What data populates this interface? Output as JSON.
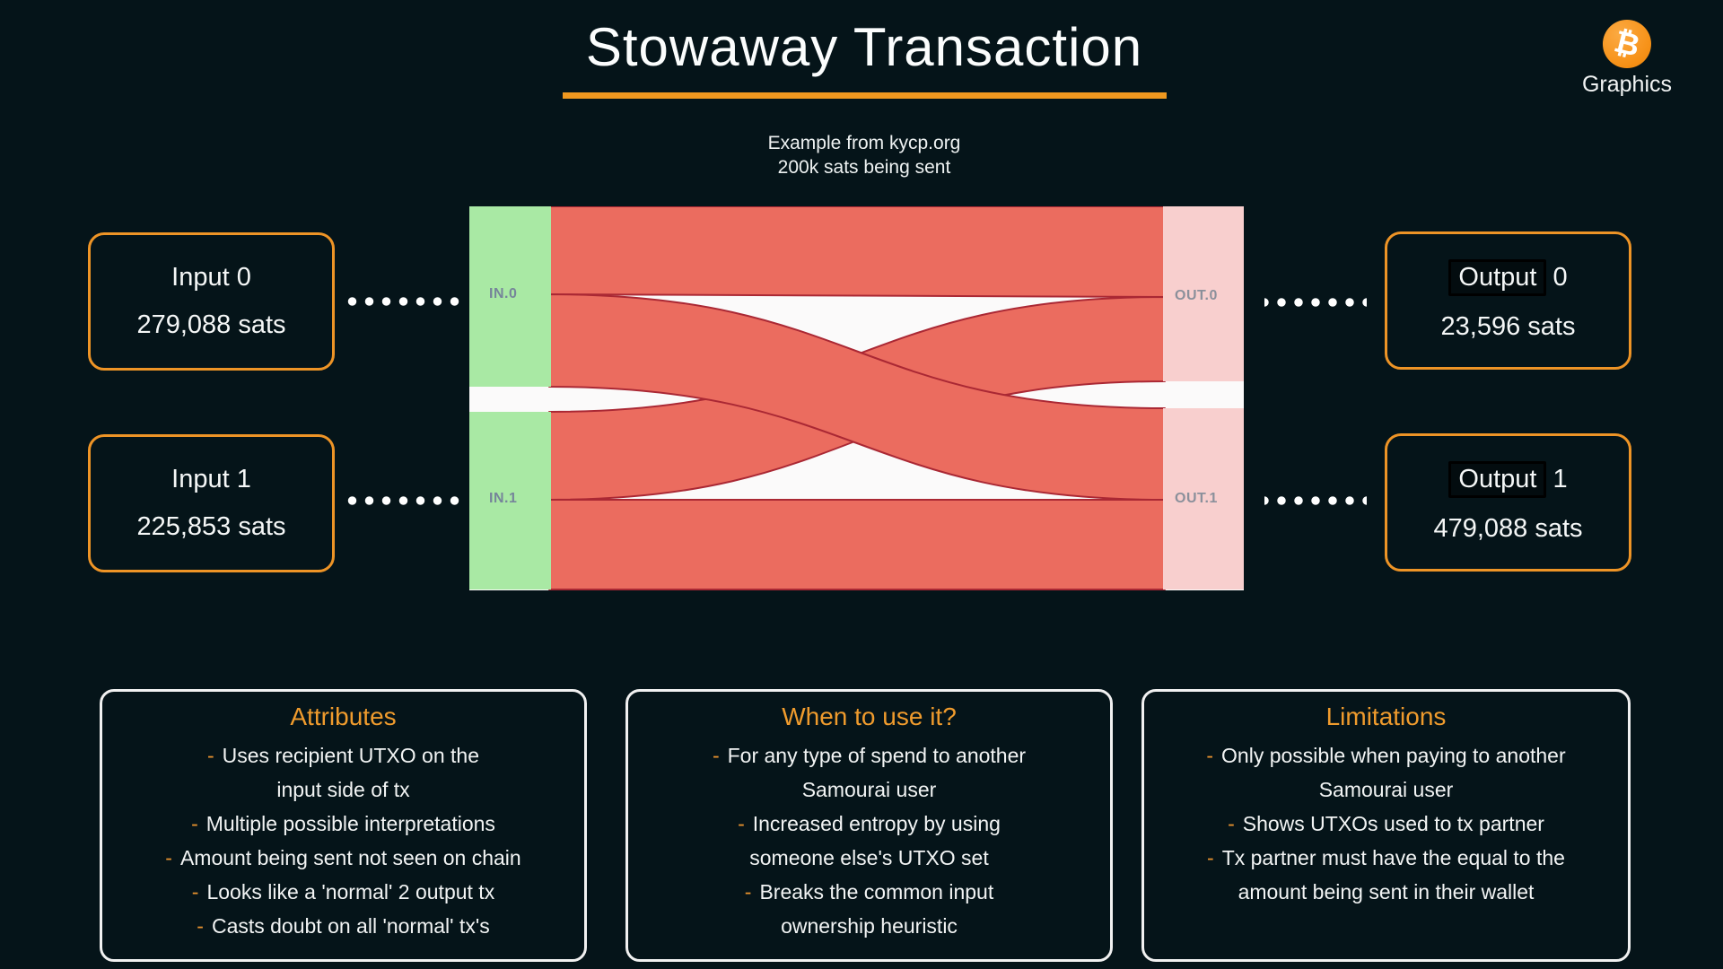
{
  "header": {
    "title": "Stowaway Transaction",
    "subtitle_line1": "Example from kycp.org",
    "subtitle_line2": "200k sats being sent",
    "brand": {
      "btc_symbol": "₿",
      "label": "Graphics"
    }
  },
  "inputs": [
    {
      "label": "Input 0",
      "amount": "279,088 sats"
    },
    {
      "label": "Input 1",
      "amount": "225,853 sats"
    }
  ],
  "outputs": [
    {
      "label_word": "Output",
      "label_index": "0",
      "amount": "23,596 sats"
    },
    {
      "label_word": "Output",
      "label_index": "1",
      "amount": "479,088 sats"
    }
  ],
  "sankey": {
    "in_labels": [
      "IN.0",
      "IN.1"
    ],
    "out_labels": [
      "OUT.0",
      "OUT.1"
    ]
  },
  "chart_data": {
    "type": "sankey",
    "nodes": [
      {
        "id": "IN.0",
        "side": "input",
        "amount_sats": 279088
      },
      {
        "id": "IN.1",
        "side": "input",
        "amount_sats": 225853
      },
      {
        "id": "OUT.0",
        "side": "output",
        "amount_sats": 23596
      },
      {
        "id": "OUT.1",
        "side": "output",
        "amount_sats": 479088
      }
    ],
    "flows": [
      {
        "from": "IN.0",
        "to": "OUT.0"
      },
      {
        "from": "IN.0",
        "to": "OUT.1"
      },
      {
        "from": "IN.1",
        "to": "OUT.0"
      },
      {
        "from": "IN.1",
        "to": "OUT.1"
      }
    ]
  },
  "info_boxes": [
    {
      "title": "Attributes",
      "lines": [
        {
          "dash": "-",
          "text": "Uses recipient UTXO on the"
        },
        {
          "dash": "",
          "text": "input side of tx"
        },
        {
          "dash": "-",
          "text": "Multiple possible interpretations"
        },
        {
          "dash": "-",
          "text": "Amount being sent not seen on chain"
        },
        {
          "dash": "-",
          "text": "Looks like a 'normal' 2 output tx"
        },
        {
          "dash": "-",
          "text": "Casts doubt on all 'normal' tx's"
        }
      ]
    },
    {
      "title": "When to use it?",
      "lines": [
        {
          "dash": "-",
          "text": "For any type of spend to another"
        },
        {
          "dash": "",
          "text": "Samourai user"
        },
        {
          "dash": "-",
          "text": "Increased entropy by using"
        },
        {
          "dash": "",
          "text": "someone else's UTXO set"
        },
        {
          "dash": "-",
          "text": "Breaks the common input"
        },
        {
          "dash": "",
          "text": "ownership heuristic"
        }
      ]
    },
    {
      "title": "Limitations",
      "lines": [
        {
          "dash": "-",
          "text": "Only possible when paying to another"
        },
        {
          "dash": "",
          "text": "Samourai user"
        },
        {
          "dash": "-",
          "text": "Shows UTXOs used to tx partner"
        },
        {
          "dash": "-",
          "text": "Tx partner must have the equal to the"
        },
        {
          "dash": "",
          "text": "amount being sent in their wallet"
        }
      ]
    }
  ],
  "colors": {
    "background": "#051419",
    "accent_orange": "#ee9426",
    "underline_orange": "#f0981f",
    "sankey_flow": "#eb6c5f",
    "sankey_flow_stroke": "#aa2834",
    "sankey_input_node": "#a9e9a4",
    "sankey_output_node": "#f8cfce",
    "sankey_background": "#fbfafa",
    "bitcoin_orange": "#f7931a"
  }
}
